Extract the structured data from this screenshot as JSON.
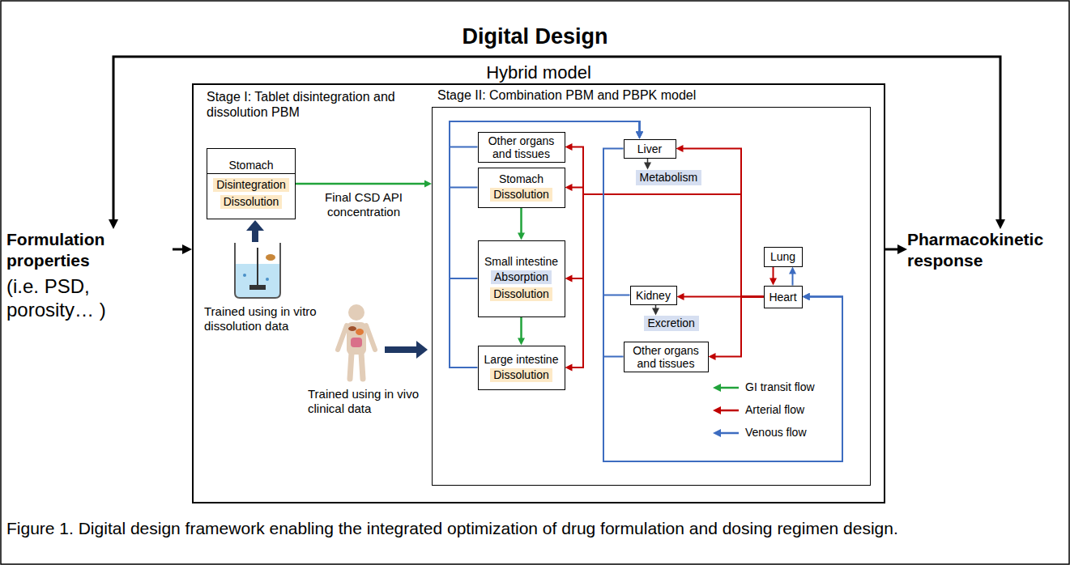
{
  "diagram": {
    "title": "Digital Design",
    "caption": "Figure 1. Digital design framework enabling the integrated optimization of drug formulation and dosing regimen design.",
    "nodes": [
      {
        "text": [
          "Formulation properties",
          "(i.e. PSD, porosity… )"
        ]
      },
      {
        "text": [
          "Hybrid model"
        ]
      },
      {
        "text": [
          "Stomach"
        ],
        "in": 1
      },
      {
        "text": [
          "Disintegration"
        ],
        "in": 2
      },
      {
        "text": [
          "Dissolution"
        ],
        "in": 2
      },
      {
        "text": [
          "Stage II: Combination PBM and PBPK model"
        ],
        "in": 1
      },
      {
        "text": [
          "Other organs and tissues"
        ],
        "in": 5
      },
      {
        "text": [
          "Stomach"
        ],
        "in": 5
      },
      {
        "text": [
          "Dissolution"
        ],
        "in": 7
      },
      {
        "text": [
          "Small intestine"
        ],
        "in": 5
      },
      {
        "text": [
          "Absorption"
        ],
        "in": 9
      },
      {
        "text": [
          "Dissolution"
        ],
        "in": 9
      },
      {
        "text": [
          "Large intestine"
        ],
        "in": 5
      },
      {
        "text": [
          "Dissolution"
        ],
        "in": 12
      },
      {
        "text": [
          "Liver"
        ],
        "in": 5
      },
      {
        "text": [
          "Metabolism"
        ],
        "in": 5
      },
      {
        "text": [
          "Kidney"
        ],
        "in": 5
      },
      {
        "text": [
          "Excretion"
        ],
        "in": 5
      },
      {
        "text": [
          "Other organs and tissues"
        ],
        "in": 5
      },
      {
        "text": [
          "Lung"
        ],
        "in": 5
      },
      {
        "text": [
          "Heart"
        ],
        "in": 5
      },
      {
        "text": [
          "Pharmacokinetic response"
        ]
      }
    ],
    "edges": [
      {
        "from": 0,
        "to": 21,
        "arrow": "both"
      },
      {
        "from": 0,
        "to": 1,
        "arrow": "to"
      },
      {
        "from": 1,
        "to": 21,
        "arrow": "to"
      },
      {
        "from": 2,
        "to": 5,
        "label": "Final CSD API concentration",
        "arrow": "to"
      },
      {
        "from": 7,
        "to": 9,
        "arrow": "to"
      },
      {
        "from": 9,
        "to": 12,
        "arrow": "to"
      },
      {
        "from": 20,
        "to": 14,
        "arrow": "to"
      },
      {
        "from": 20,
        "to": 16,
        "arrow": "to"
      },
      {
        "from": 20,
        "to": 18,
        "arrow": "to"
      },
      {
        "from": 20,
        "to": 6,
        "arrow": "to"
      },
      {
        "from": 20,
        "to": 7,
        "arrow": "to"
      },
      {
        "from": 20,
        "to": 9,
        "arrow": "to"
      },
      {
        "from": 20,
        "to": 12,
        "arrow": "to"
      },
      {
        "from": 6,
        "to": 14,
        "arrow": "to"
      },
      {
        "from": 7,
        "to": 14,
        "arrow": "to"
      },
      {
        "from": 9,
        "to": 14,
        "arrow": "to"
      },
      {
        "from": 12,
        "to": 14,
        "arrow": "to"
      },
      {
        "from": 14,
        "to": 20,
        "arrow": "to"
      },
      {
        "from": 16,
        "to": 20,
        "arrow": "to"
      },
      {
        "from": 18,
        "to": 20,
        "arrow": "to"
      },
      {
        "from": 19,
        "to": 20,
        "arrow": "to"
      },
      {
        "from": 20,
        "to": 19,
        "arrow": "to"
      },
      {
        "from": 14,
        "to": 15,
        "arrow": "to"
      },
      {
        "from": 16,
        "to": 17,
        "arrow": "to"
      }
    ],
    "labels": [
      "Stage I: Tablet disintegration and dissolution PBM",
      "Trained using in vitro dissolution data",
      "Trained using in vivo clinical data"
    ],
    "legend": [
      {
        "text": "GI transit flow"
      },
      {
        "text": "Arterial flow"
      },
      {
        "text": "Venous flow"
      }
    ]
  }
}
